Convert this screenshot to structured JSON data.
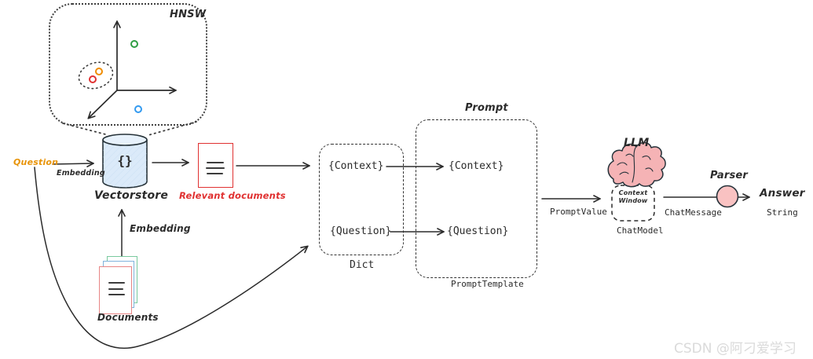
{
  "hnsw": {
    "label": "HNSW"
  },
  "pipeline": {
    "question_label": "Question",
    "embedding_arrow_label": "Embedding",
    "vectorstore": {
      "braces": "{}",
      "label": "Vectorstore"
    },
    "relevant_documents_label": "Relevant documents",
    "documents": {
      "label": "Documents",
      "embedding_arrow_label": "Embedding"
    },
    "dict": {
      "context": "{Context}",
      "question": "{Question}",
      "label": "Dict"
    },
    "prompt": {
      "title": "Prompt",
      "context": "{Context}",
      "question": "{Question}",
      "label": "PromptTemplate"
    },
    "prompt_value_label": "PromptValue",
    "llm": {
      "title": "LLM",
      "context_window": [
        "Context",
        "Window"
      ],
      "label": "ChatModel"
    },
    "chat_message_label": "ChatMessage",
    "parser": {
      "title": "Parser"
    },
    "answer": {
      "label": "Answer",
      "type_label": "String"
    }
  },
  "colors": {
    "question_text": "#e8940a",
    "relevant_documents_text": "#e03131",
    "vectorstore_fill": "#dbeaf9",
    "brain_fill": "#f5b3b5",
    "parser_fill": "#f9c2c2",
    "point_green": "#2f9e44",
    "point_orange": "#f08c00",
    "point_red": "#e03131",
    "point_blue": "#339af0",
    "doc_border_red": "#e88585",
    "doc_border_blue": "#7fb3dc",
    "doc_border_green": "#79c99e",
    "ink": "#2b2b2b",
    "watermark": "#dadada"
  },
  "watermark_text": "CSDN @阿刁爱学习"
}
